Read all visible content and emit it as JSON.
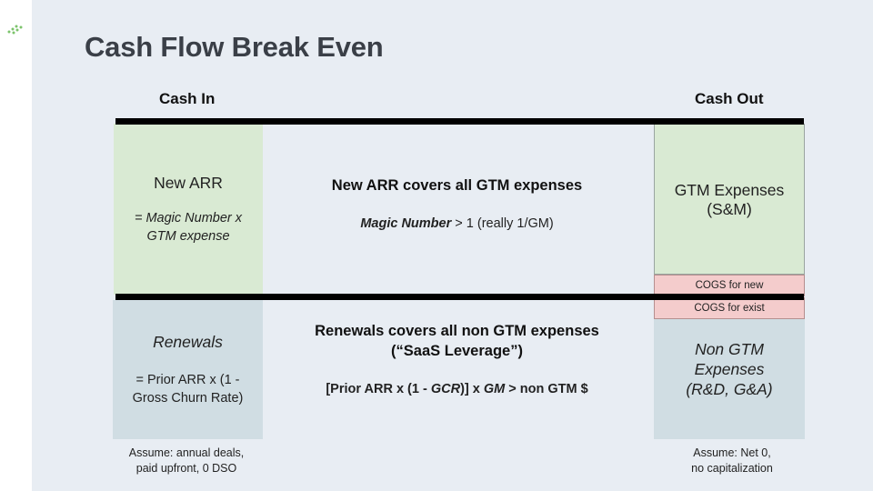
{
  "slide": {
    "title": "Cash Flow Break Even",
    "logo_icon": "green-dots-logo",
    "background": "#e8edf3"
  },
  "columns": {
    "cash_in": "Cash In",
    "cash_out": "Cash Out"
  },
  "cash_in": {
    "new_arr": {
      "label": "New ARR",
      "formula_line1": "= Magic Number x",
      "formula_line2": "GTM expense",
      "color": "#d9ead3"
    },
    "renewals": {
      "label": "Renewals",
      "formula_line1": "= Prior ARR x (1 -",
      "formula_line2": "Gross Churn Rate)",
      "color": "#d0dde3"
    },
    "note_line1": "Assume: annual deals,",
    "note_line2": "paid upfront, 0 DSO"
  },
  "middle": {
    "top_heading": "New ARR covers all GTM expenses",
    "top_formula_bold": "Magic Number",
    "top_formula_rest": " > 1 (really 1/GM)",
    "bottom_heading_line1": "Renewals covers all non GTM expenses",
    "bottom_heading_line2": "(“SaaS Leverage”)",
    "bottom_formula_part1": "[Prior ARR x (1 - ",
    "bottom_formula_gcr": "GCR",
    "bottom_formula_part2": ")] x ",
    "bottom_formula_gm": "GM",
    "bottom_formula_part3": " > non GTM $"
  },
  "cash_out": {
    "gtm": {
      "line1": "GTM Expenses",
      "line2": "(S&M)",
      "color": "#d9ead3"
    },
    "cogs_new": "COGS for new",
    "cogs_exist": "COGS for exist",
    "cogs_color": "#f4cccc",
    "non_gtm": {
      "line1": "Non GTM",
      "line2": "Expenses",
      "line3": "(R&D, G&A)",
      "color": "#d0dde3"
    },
    "note_line1": "Assume: Net 0,",
    "note_line2": "no capitalization"
  }
}
